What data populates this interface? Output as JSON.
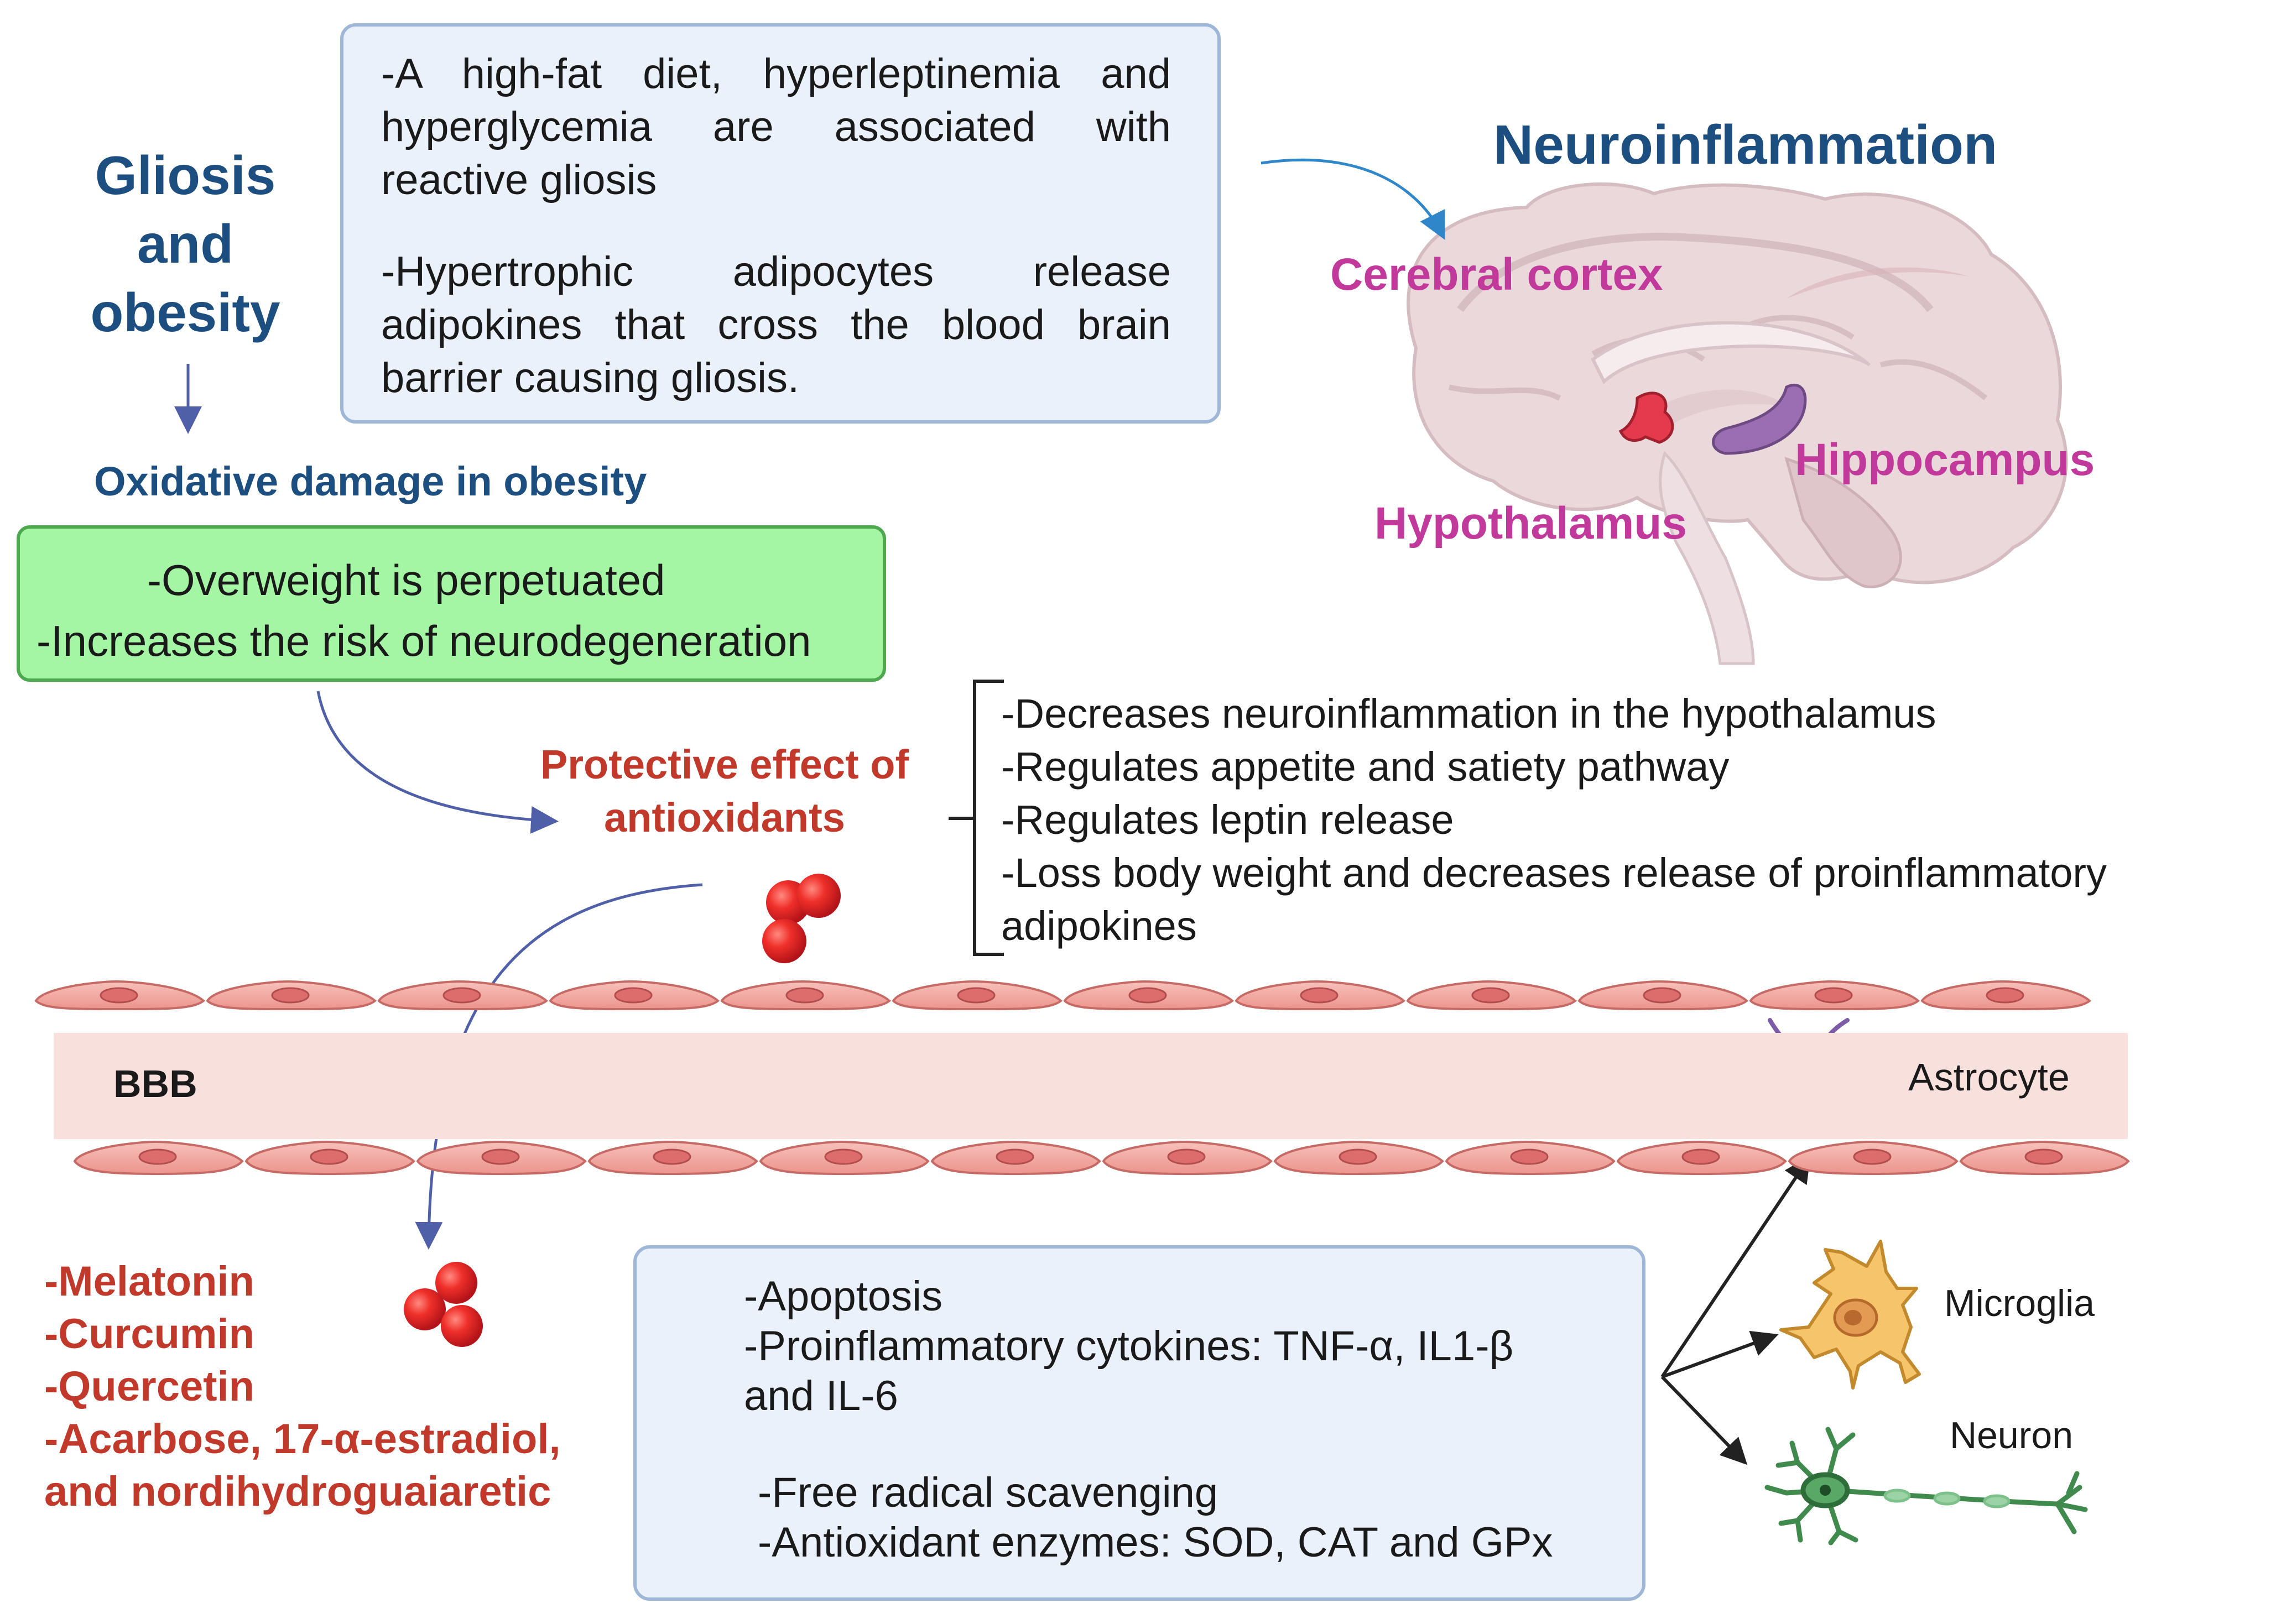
{
  "gliosis": {
    "title_lines": [
      "Gliosis",
      "and",
      "obesity"
    ],
    "box_paragraphs": [
      "-A high-fat diet, hyperleptinemia and hyperglycemia are associated with reactive gliosis",
      "-Hypertrophic adipocytes release adipokines that cross the blood brain barrier causing gliosis."
    ]
  },
  "oxidative": {
    "title": "Oxidative damage in obesity",
    "box_lines": [
      "-Overweight is perpetuated",
      "-Increases the risk of neurodegeneration"
    ]
  },
  "neuroinflammation": {
    "title": "Neuroinflammation",
    "regions": {
      "cortex": "Cerebral cortex",
      "hippocampus": "Hippocampus",
      "hypothalamus": "Hypothalamus"
    }
  },
  "protective": {
    "title_lines": [
      "Protective effect of",
      "antioxidants"
    ],
    "effects": [
      "-Decreases neuroinflammation in the hypothalamus",
      "-Regulates appetite and satiety pathway",
      "-Regulates leptin release",
      "-Loss body weight and decreases release of proinflammatory",
      "adipokines"
    ]
  },
  "bbb": {
    "label": "BBB",
    "astrocyte": "Astrocyte",
    "microglia": "Microglia",
    "neuron": "Neuron"
  },
  "compounds": [
    "-Melatonin",
    "-Curcumin",
    "-Quercetin",
    "-Acarbose, 17-α-estradiol,",
    "and nordihydroguaiaretic"
  ],
  "mechanisms": {
    "decreased": [
      "-Apoptosis",
      "-Proinflammatory cytokines: TNF-α, IL1-β",
      "and IL-6"
    ],
    "increased": [
      "-Free radical scavenging",
      "-Antioxidant enzymes: SOD, CAT and GPx"
    ]
  },
  "colors": {
    "blue_title": "#1c4e80",
    "red_title": "#c0392b",
    "region_magenta": "#c0399b",
    "green_box": "#a4f5a4",
    "blue_box": "#eaf1fa",
    "endothelium": "#f2a7a2",
    "bbb_band": "#f8e1dd",
    "antioxidant_sphere": "#e8262a"
  }
}
